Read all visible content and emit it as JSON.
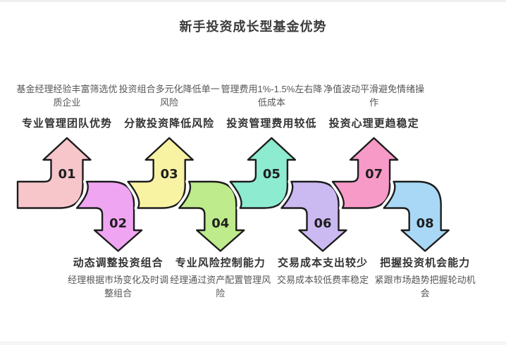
{
  "page": {
    "title": "新手投资成长型基金优势"
  },
  "style": {
    "outline_color": "#1d1d1d",
    "number_color": "#1f1f1f",
    "title_color": "#333333",
    "desc_color": "#565656"
  },
  "steps": [
    {
      "num": "01",
      "dir": "up",
      "color": "#F7C6CB",
      "title": "专业管理团队优势",
      "desc": "基金经理经验丰富筛选优\n质企业"
    },
    {
      "num": "02",
      "dir": "down",
      "color": "#F0A5F2",
      "title": "动态调整投资组合",
      "desc": "经理根据市场变化及时调\n整组合"
    },
    {
      "num": "03",
      "dir": "up",
      "color": "#F8F2A3",
      "title": "分散投资降低风险",
      "desc": "投资组合多元化降低单一\n风险"
    },
    {
      "num": "04",
      "dir": "down",
      "color": "#BEEB8B",
      "title": "专业风险控制能力",
      "desc": "经理通过资产配置管理风\n险"
    },
    {
      "num": "05",
      "dir": "up",
      "color": "#8DEBD0",
      "title": "投资管理费用较低",
      "desc": "管理费用1%-1.5%左右降\n低成本"
    },
    {
      "num": "06",
      "dir": "down",
      "color": "#CBB9F2",
      "title": "交易成本支出较少",
      "desc": "交易成本较低费率稳定"
    },
    {
      "num": "07",
      "dir": "up",
      "color": "#F79AC7",
      "title": "投资心理更趋稳定",
      "desc": "净值波动平滑避免情绪操\n作"
    },
    {
      "num": "08",
      "dir": "down",
      "color": "#A8D8F6",
      "title": "把握投资机会能力",
      "desc": "紧跟市场趋势把握轮动机\n会"
    }
  ]
}
